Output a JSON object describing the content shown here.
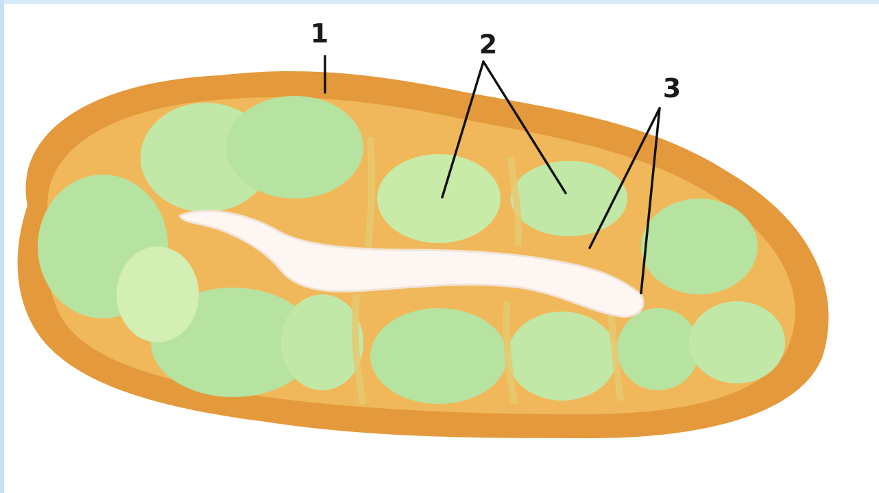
{
  "labels": {
    "l1": "1",
    "l2": "2",
    "l3": "3"
  },
  "colors": {
    "outer_wall": "#e49a3c",
    "inner_wall": "#f0b85a",
    "cell_green": "#b7e3a0",
    "cell_green_light": "#d4efb4",
    "gap_yellow": "#e6d97a",
    "lumen": "#fdf6f2",
    "leader_line": "#111111",
    "background": "#ffffff",
    "frame_edge": "#c6e1f6"
  }
}
